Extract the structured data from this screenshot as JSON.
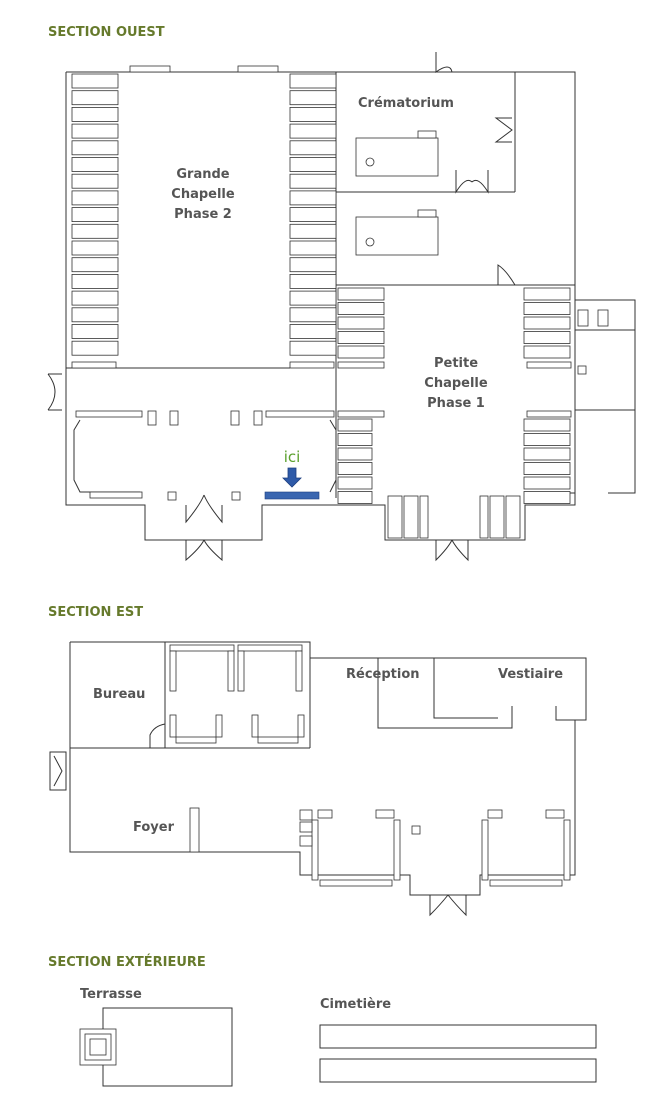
{
  "colors": {
    "heading": "#667a2c",
    "room_label": "#555555",
    "wall": "#333333",
    "marker_text": "#5aa02c",
    "marker_arrow": "#2e5aa8",
    "highlight": "#3a66b0"
  },
  "sections": {
    "west": {
      "title": "SECTION OUEST",
      "rooms": {
        "crematorium": "Crématorium",
        "grande_chapelle": [
          "Grande",
          "Chapelle",
          "Phase 2"
        ],
        "petite_chapelle": [
          "Petite",
          "Chapelle",
          "Phase 1"
        ]
      },
      "marker": {
        "label": "ici",
        "icon": "arrow-down-icon"
      }
    },
    "east": {
      "title": "SECTION EST",
      "rooms": {
        "bureau": "Bureau",
        "reception": "Réception",
        "vestiaire": "Vestiaire",
        "foyer": "Foyer"
      }
    },
    "outdoor": {
      "title": "SECTION EXTÉRIEURE",
      "rooms": {
        "terrasse": "Terrasse",
        "cimetiere": "Cimetière"
      }
    }
  }
}
